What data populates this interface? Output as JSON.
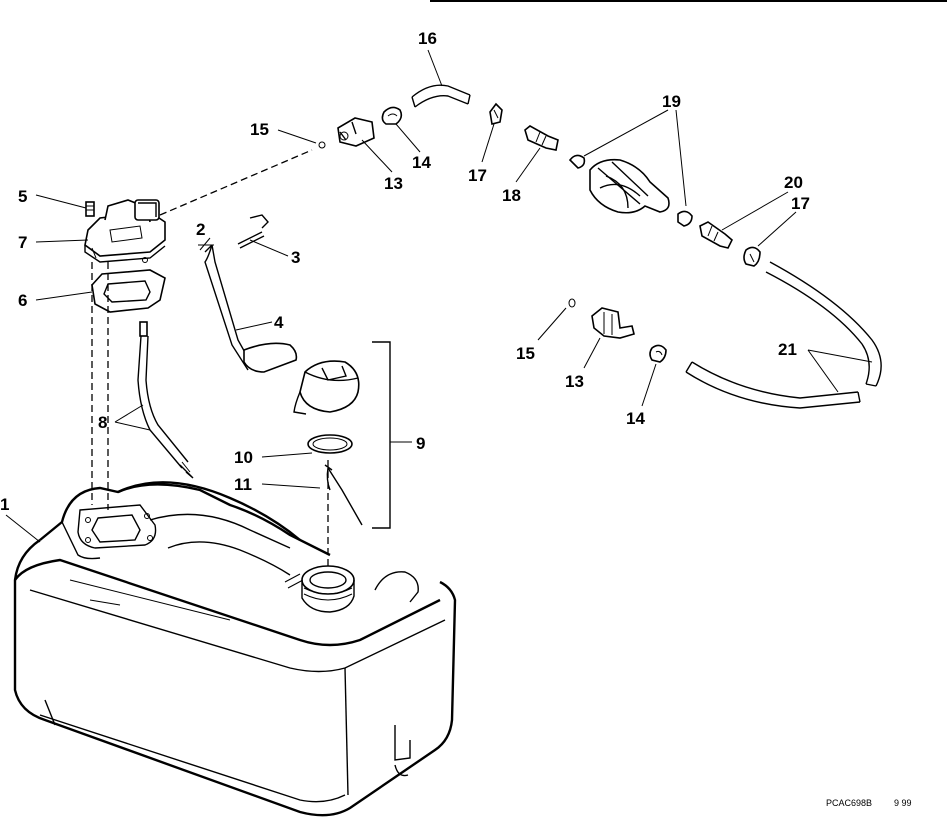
{
  "diagram": {
    "kind": "exploded parts diagram",
    "callouts": [
      {
        "id": "c1",
        "text": "1"
      },
      {
        "id": "c2",
        "text": "2"
      },
      {
        "id": "c3",
        "text": "3"
      },
      {
        "id": "c4",
        "text": "4"
      },
      {
        "id": "c5",
        "text": "5"
      },
      {
        "id": "c6",
        "text": "6"
      },
      {
        "id": "c7",
        "text": "7"
      },
      {
        "id": "c8",
        "text": "8"
      },
      {
        "id": "c9",
        "text": "9"
      },
      {
        "id": "c10",
        "text": "10"
      },
      {
        "id": "c11",
        "text": "11"
      },
      {
        "id": "c13a",
        "text": "13"
      },
      {
        "id": "c13b",
        "text": "13"
      },
      {
        "id": "c14a",
        "text": "14"
      },
      {
        "id": "c14b",
        "text": "14"
      },
      {
        "id": "c15a",
        "text": "15"
      },
      {
        "id": "c15b",
        "text": "15"
      },
      {
        "id": "c16",
        "text": "16"
      },
      {
        "id": "c17a",
        "text": "17"
      },
      {
        "id": "c17b",
        "text": "17"
      },
      {
        "id": "c18",
        "text": "18"
      },
      {
        "id": "c19",
        "text": "19"
      },
      {
        "id": "c20",
        "text": "20"
      },
      {
        "id": "c21",
        "text": "21"
      }
    ],
    "caption": {
      "code": "PCAC698B",
      "date": "9 99"
    }
  }
}
